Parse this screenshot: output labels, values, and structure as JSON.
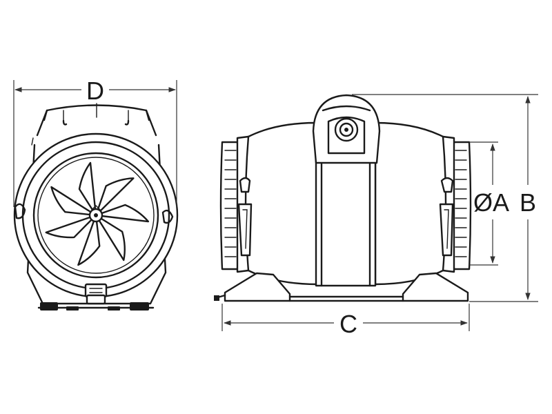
{
  "dimensions": {
    "width_label": "D",
    "length_label": "C",
    "duct_diameter_label": "ØA",
    "height_label": "B"
  },
  "colors": {
    "line": "#1a1a1a",
    "background": "#ffffff"
  },
  "icons": {
    "front_view": "inline-fan-front-view",
    "side_view": "inline-fan-side-view"
  }
}
